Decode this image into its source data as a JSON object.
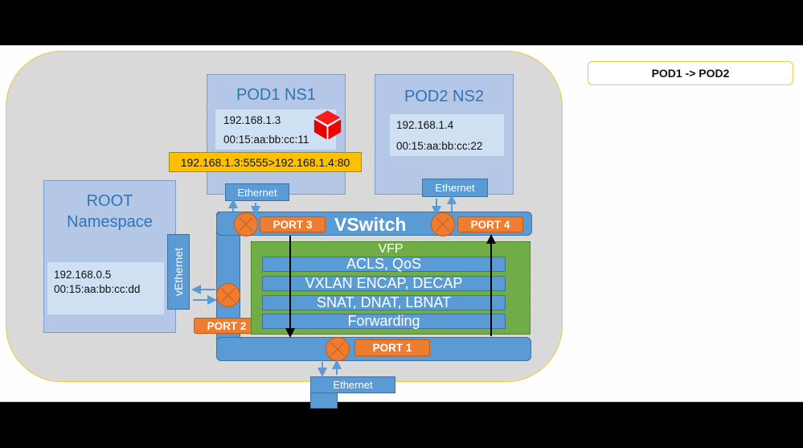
{
  "flow_title": "POD1 -> POD2",
  "pod1": {
    "title": "POD1 NS1",
    "ip": "192.168.1.3",
    "mac": "00:15:aa:bb:cc:11",
    "icon": "package-cube-icon",
    "interface": "Ethernet"
  },
  "pod2": {
    "title": "POD2 NS2",
    "ip": "192.168.1.4",
    "mac": "00:15:aa:bb:cc:22",
    "interface": "Ethernet"
  },
  "root": {
    "title_line1": "ROOT",
    "title_line2": "Namespace",
    "ip": "192.168.0.5",
    "mac": "00:15:aa:bb:cc:dd",
    "interface": "vEthernet"
  },
  "packet_flow": "192.168.1.3:5555>192.168.1.4:80",
  "vswitch": {
    "title": "VSwitch",
    "ports": [
      "PORT 1",
      "PORT 2",
      "PORT 3",
      "PORT 4"
    ],
    "uplink_interface": "Ethernet"
  },
  "vfp": {
    "title": "VFP",
    "layers": [
      "ACLS, QoS",
      "VXLAN ENCAP, DECAP",
      "SNAT, DNAT, LBNAT",
      "Forwarding"
    ]
  },
  "colors": {
    "namespace": "#b4c7e7",
    "switch": "#5b9bd5",
    "port": "#ed7d31",
    "vfp": "#70ad47",
    "packet": "#ffc000"
  }
}
